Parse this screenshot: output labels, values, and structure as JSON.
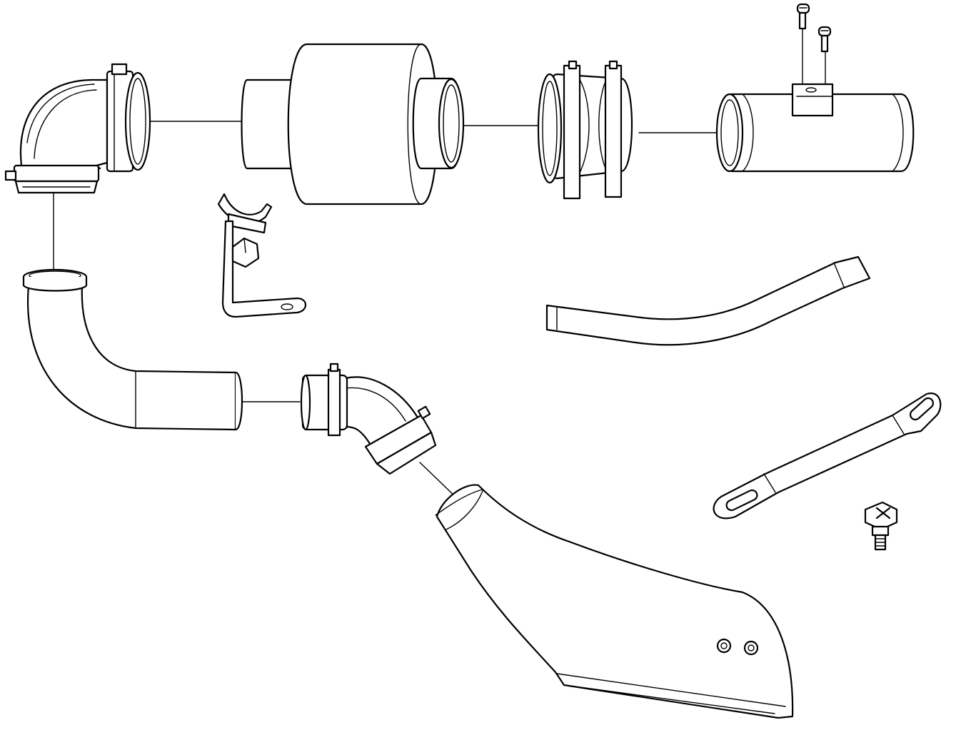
{
  "diagram": {
    "style": "black line-art exploded parts view",
    "colors": {
      "line": "#000000",
      "background": "#ffffff"
    },
    "parts": [
      "elbow-coupler-upper",
      "air-filter",
      "bellows-coupler",
      "intake-tube-with-sensor-mount",
      "sensor-screw",
      "clamp-bracket",
      "bent-rod",
      "slotted-support-bracket",
      "hex-bolt",
      "intake-tube-lower",
      "elbow-coupler-lower",
      "heat-shield-airbox"
    ]
  }
}
